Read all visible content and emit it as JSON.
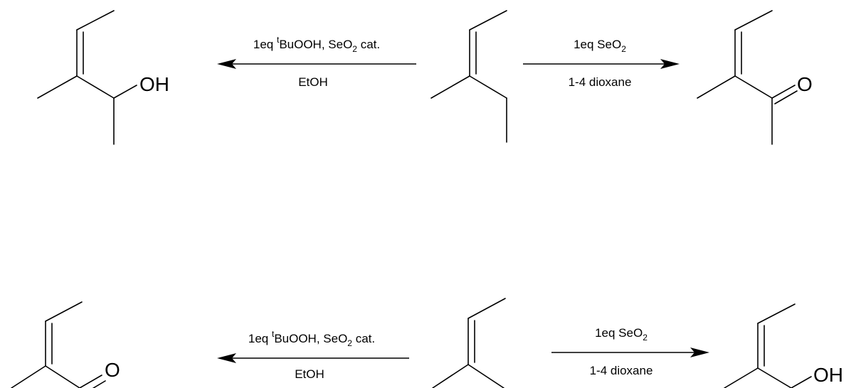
{
  "reactions": [
    {
      "left_arrow": {
        "above": {
          "prefix": "1eq ",
          "sup": "t",
          "middle": "BuOOH, SeO",
          "sub": "2",
          "suffix": " cat."
        },
        "below": "EtOH"
      },
      "right_arrow": {
        "above": {
          "prefix": "1eq SeO",
          "sub": "2"
        },
        "below": "1-4 dioxane"
      },
      "left_product_label": "OH",
      "right_product_label": "O"
    },
    {
      "left_arrow": {
        "above": {
          "prefix": "1eq ",
          "sup": "t",
          "middle": "BuOOH, SeO",
          "sub": "2",
          "suffix": " cat."
        },
        "below": "EtOH"
      },
      "right_arrow": {
        "above": {
          "prefix": "1eq SeO",
          "sub": "2"
        },
        "below": "1-4 dioxane"
      },
      "left_product_label": "O",
      "right_product_label": "OH"
    }
  ]
}
